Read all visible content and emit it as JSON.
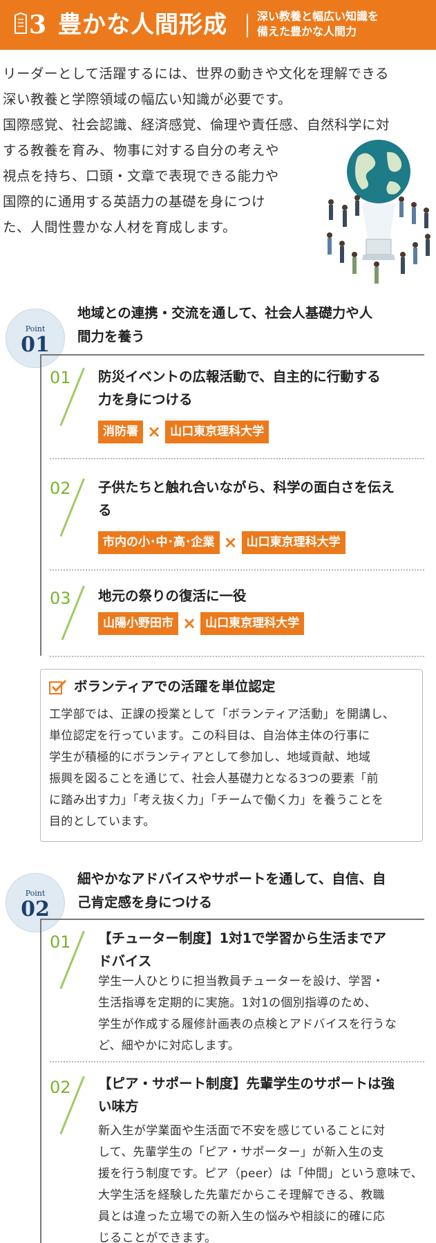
{
  "header": {
    "num": "3",
    "title": "豊かな人間形成",
    "sub_lines": [
      "深い教養と幅広い知識を",
      "備えた豊かな人間力"
    ]
  },
  "intro": {
    "lines": [
      "リーダーとして活躍するには、世界の動きや文化を理解できる",
      "深い教養と学際領域の幅広い知識が必要です。",
      "国際感覚、社会認識、経済感覚、倫理や責任感、自然科学に対",
      "する教養を育み、物事に対する自分の考えや",
      "視点を持ち、口頭・文章で表現できる能力や",
      "国際的に通用する英語力の基礎を身につけ",
      "た、人間性豊かな人材を育成します。"
    ]
  },
  "point1": {
    "label": "Point",
    "num": "01",
    "title_lines": [
      "地域との連携・交流を通して、社会人基礎力や人",
      "間力を養う"
    ],
    "items": [
      {
        "num": "01",
        "title_lines": [
          "防災イベントの広報活動で、自主的に行動する",
          "力を身につける"
        ],
        "tags": [
          "消防署",
          "山口東京理科大学"
        ]
      },
      {
        "num": "02",
        "title_lines": [
          "子供たちと触れ合いながら、科学の面白さを伝え",
          "る"
        ],
        "tags": [
          "市内の小･中･高･企業",
          "山口東京理科大学"
        ]
      },
      {
        "num": "03",
        "title_lines": [
          "地元の祭りの復活に一役"
        ],
        "tags": [
          "山陽小野田市",
          "山口東京理科大学"
        ]
      }
    ],
    "times": "×"
  },
  "volunteer": {
    "title": "ボランティアでの活躍を単位認定",
    "lines": [
      "工学部では、正課の授業として「ボランティア活動」を開講し、",
      "単位認定を行っています。この科目は、自治体主体の行事に",
      "学生が積極的にボランティアとして参加し、地域貢献、地域",
      "振興を図ることを通じて、社会人基礎力となる3つの要素「前",
      "に踏み出す力」「考え抜く力」「チームで働く力」を養うことを",
      "目的としています。"
    ]
  },
  "point2": {
    "label": "Point",
    "num": "02",
    "title_lines": [
      "細やかなアドバイスやサポートを通して、自信、自",
      "己肯定感を身につける"
    ],
    "items": [
      {
        "num": "01",
        "title_lines": [
          "【チューター制度】1対1で学習から生活までア",
          "ドバイス"
        ],
        "desc_lines": [
          "学生一人ひとりに担当教員チューターを設け、学習・",
          "生活指導を定期的に実施。1対1の個別指導のため、",
          "学生が作成する履修計画表の点検とアドバイスを行うな",
          "ど、細やかに対応します。"
        ]
      },
      {
        "num": "02",
        "title_lines": [
          "【ピア・サポート制度】先輩学生のサポートは強",
          "い味方"
        ],
        "desc_lines": [
          "新入生が学業面や生活面で不安を感じていることに対",
          "して、先輩学生の「ピア・サポーター」が新入生の支",
          "援を行う制度です。ピア（peer）は「仲間」という意味で、",
          "大学生活を経験した先輩だからこそ理解できる、教職",
          "員とは違った立場での新入生の悩みや相談に的確に応",
          "じることができます。"
        ]
      }
    ]
  },
  "colors": {
    "accent": "#ec7a1c",
    "green": "#7ab32e",
    "navy": "#1d3f6d"
  },
  "icons": [
    "book-icon",
    "globe-people-illustration",
    "checkbox-icon"
  ]
}
